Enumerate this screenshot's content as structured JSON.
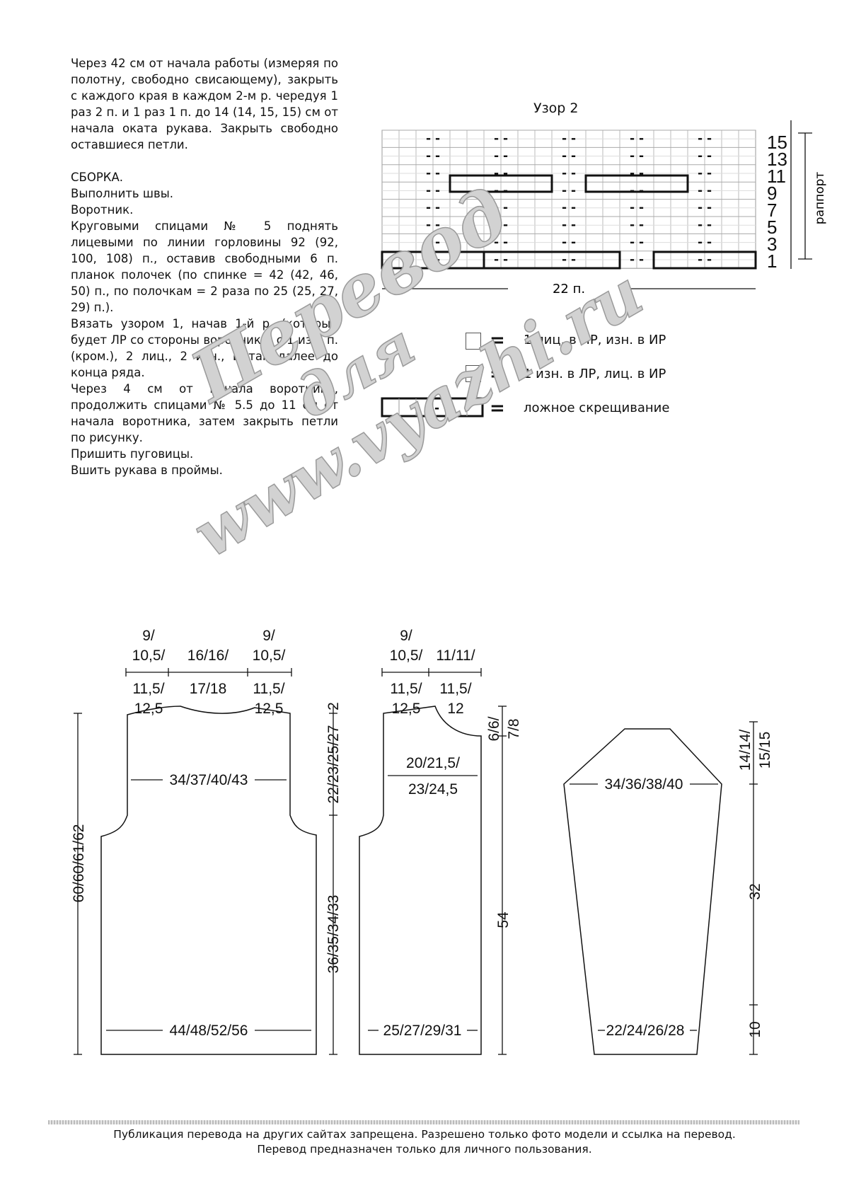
{
  "instructions": {
    "paragraphs": [
      "Через 42 см от начала работы (измеряя по полотну, свободно свисающему), закрыть с каждого края в каждом 2-м р. чередуя 1 раз 2 п. и 1 раз 1 п. до 14 (14, 15, 15) см от начала оката рукава. Закрыть свободно оставшиеся петли.",
      "СБОРКА.",
      "Выполнить швы.",
      "Воротник.",
      "Круговыми спицами № 5 поднять лицевыми по линии горловины 92 (92, 100, 108) п., оставив свободными 6 п. планок полочек (по спинке = 42 (42, 46, 50) п., по полочкам = 2 раза по 25 (25, 27, 29) п.).",
      "Вязать узором 1, начав 1-й р. (который будет ЛР со стороны воротника) с 1 изн. п. (кром.), 2 лиц., 2 изн., и так далее до конца ряда.",
      "Через 4 см от начала воротника, продолжить спицами № 5.5 до 11 см от начала воротника, затем закрыть петли по рисунку.",
      "Пришить пуговицы.",
      "Вшить рукава в проймы."
    ]
  },
  "pattern": {
    "title": "Узор 2",
    "row_numbers": [
      "15",
      "13",
      "11",
      "9",
      "7",
      "5",
      "3",
      "1"
    ],
    "repeat_label": "раппорт",
    "width_label": "22 п.",
    "purl_symbol": "- -"
  },
  "legend": {
    "items": [
      {
        "symbol": "",
        "text": "1 лиц. в ЛР, изн. в ИР"
      },
      {
        "symbol": "-",
        "text": "1 изн. в ЛР, лиц. в ИР"
      },
      {
        "symbol": "- -",
        "text": "ложное скрещивание"
      }
    ],
    "equals": "="
  },
  "schematics": {
    "back": {
      "top_left": [
        "9/",
        "10,5/",
        "11,5/",
        "12,5"
      ],
      "top_mid": [
        "16/16/",
        "17/18"
      ],
      "top_right": [
        "9/",
        "10,5/",
        "11,5/",
        "12,5"
      ],
      "chest": "34/37/40/43",
      "bottom": "44/48/52/56",
      "height": "60/60/61/62",
      "neck_drop": "2",
      "armhole": "22/23/25/27",
      "body": "36/35/34/33"
    },
    "front": {
      "top_left": [
        "9/",
        "10,5/",
        "11,5/",
        "12,5"
      ],
      "top_right": [
        "11/11/",
        "11,5/",
        "12"
      ],
      "chest": [
        "20/21,5/",
        "23/24,5"
      ],
      "bottom": "25/27/29/31",
      "neck_depth": "6/6/",
      "neck_depth2": "7/8",
      "height": "54"
    },
    "sleeve": {
      "upper": "34/36/38/40",
      "bottom": "22/24/26/28",
      "cap": "14/14/",
      "cap2": "15/15",
      "mid": "32",
      "cuff": "10"
    }
  },
  "watermark": {
    "line1": "Перевод",
    "line2": "для",
    "line3": "www.vyazhi.ru"
  },
  "footer": {
    "line1": "Публикация перевода на других сайтах запрещена. Разрешено только фото модели и ссылка на перевод.",
    "line2": "Перевод предназначен только для личного пользования."
  }
}
